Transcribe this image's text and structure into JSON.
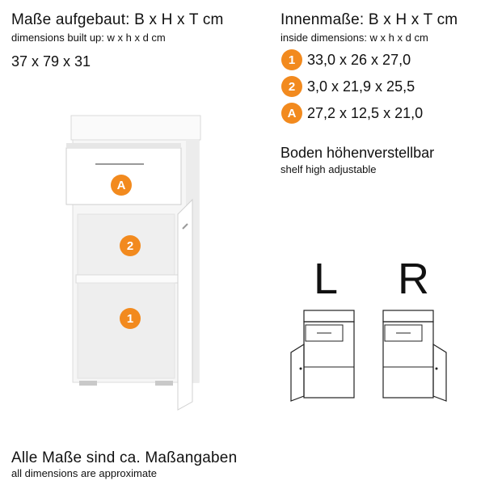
{
  "left_header": {
    "title_de": "Maße aufgebaut: B x H x T cm",
    "title_en": "dimensions built up: w x h x d cm",
    "dimensions": "37 x 79 x 31"
  },
  "right_header": {
    "title_de": "Innenmaße: B x H x T cm",
    "title_en": "inside dimensions: w x h x d cm"
  },
  "inner_dimensions": [
    {
      "badge": "1",
      "value": "33,0 x 26 x 27,0"
    },
    {
      "badge": "2",
      "value": "3,0 x 21,9 x 25,5"
    },
    {
      "badge": "A",
      "value": "27,2 x 12,5 x 21,0"
    }
  ],
  "shelf_note": {
    "de": "Boden höhenverstellbar",
    "en": "shelf high adjustable"
  },
  "variants": {
    "left": "L",
    "right": "R"
  },
  "footer": {
    "de": "Alle Maße sind ca. Maßangaben",
    "en": "all dimensions are approximate"
  },
  "cabinet_badges": [
    "A",
    "2",
    "1"
  ],
  "colors": {
    "accent": "#f28a1e"
  }
}
